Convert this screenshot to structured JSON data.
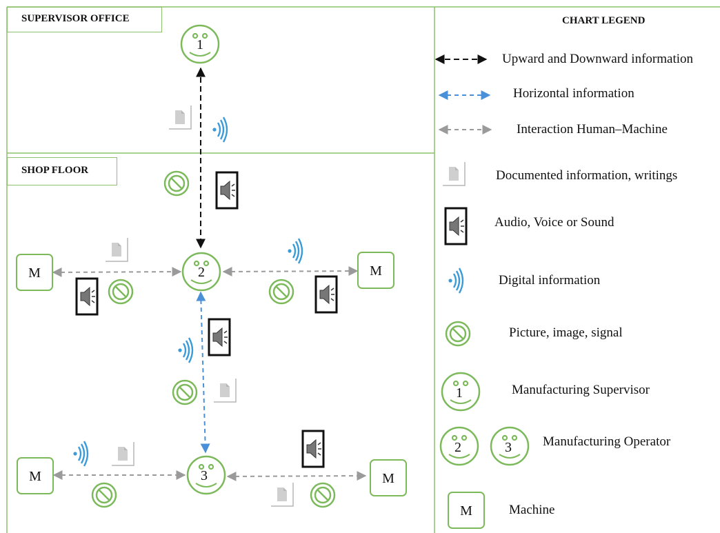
{
  "sections": {
    "supervisor_office": "SUPERVISOR OFFICE",
    "shop_floor": "SHOP FLOOR"
  },
  "legend": {
    "title": "CHART LEGEND",
    "items": [
      {
        "icon": "black-double-arrow-icon",
        "label": "Upward and Downward information"
      },
      {
        "icon": "blue-double-arrow-icon",
        "label": "Horizontal information"
      },
      {
        "icon": "gray-double-arrow-icon",
        "label": "Interaction  Human–Machine"
      },
      {
        "icon": "document-icon",
        "label": "Documented information, writings"
      },
      {
        "icon": "speaker-icon",
        "label": "Audio, Voice or Sound"
      },
      {
        "icon": "digital-wave-icon",
        "label": "Digital information"
      },
      {
        "icon": "no-sign-icon",
        "label": "Picture, image, signal"
      },
      {
        "icon": "smiley-icon",
        "label": "Manufacturing Supervisor"
      },
      {
        "icon": "smiley-icon",
        "label": "Manufacturing Operator"
      },
      {
        "icon": "machine-icon",
        "label": "Machine"
      }
    ]
  },
  "nodes": {
    "supervisor": "1",
    "operator_2": "2",
    "operator_3": "3",
    "machine": "M"
  },
  "colors": {
    "green": "#7cb95a",
    "blue": "#3a9bd8",
    "gray": "#9a9a9a",
    "black": "#111111"
  }
}
